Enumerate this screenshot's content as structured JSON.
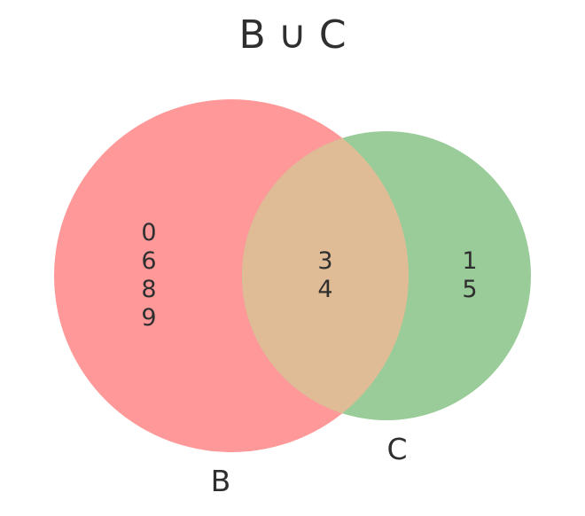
{
  "diagram": {
    "title": "B ∪ C",
    "sets": [
      {
        "id": "B",
        "label": "B",
        "color": "#ff9999"
      },
      {
        "id": "C",
        "label": "C",
        "color": "#99cc99"
      }
    ],
    "overlap_color": "#e0bc96",
    "regions": {
      "b_only": [
        "0",
        "6",
        "8",
        "9"
      ],
      "both": [
        "3",
        "4"
      ],
      "c_only": [
        "1",
        "5"
      ]
    }
  }
}
